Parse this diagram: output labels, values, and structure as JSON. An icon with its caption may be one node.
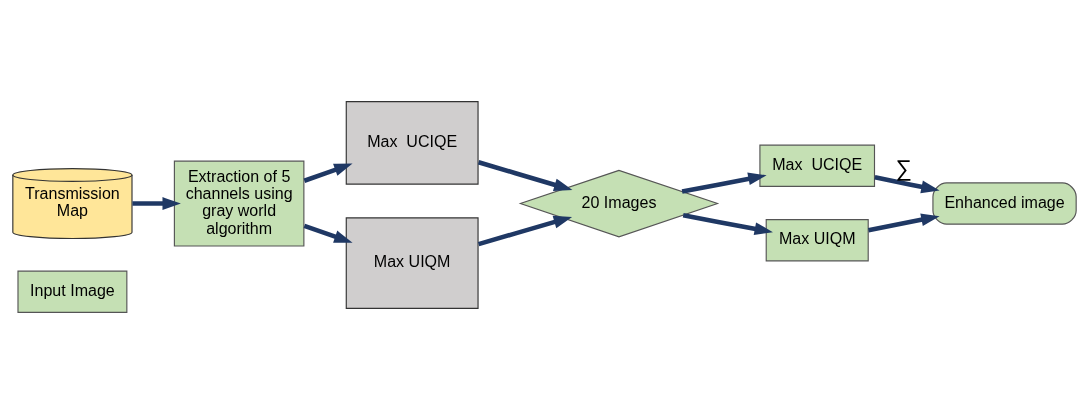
{
  "diagram": {
    "nodes": [
      {
        "text": [
          "Input Image"
        ]
      },
      {
        "text": [
          "Transmission Map"
        ]
      },
      {
        "text": [
          "Extraction of 5 channels using gray world algorithm"
        ]
      },
      {
        "text": [
          "Max  UCIQE"
        ]
      },
      {
        "text": [
          "Max UIQM"
        ]
      },
      {
        "text": [
          "20 Images"
        ]
      },
      {
        "text": [
          "Max  UCIQE"
        ]
      },
      {
        "text": [
          "Max UIQM"
        ]
      },
      {
        "text": [
          "Enhanced image"
        ]
      }
    ],
    "edges": [
      {
        "from": 1,
        "to": 2,
        "arrow": "to"
      },
      {
        "from": 2,
        "to": 3,
        "arrow": "to"
      },
      {
        "from": 2,
        "to": 4,
        "arrow": "to"
      },
      {
        "from": 3,
        "to": 5,
        "arrow": "to"
      },
      {
        "from": 4,
        "to": 5,
        "arrow": "to"
      },
      {
        "from": 5,
        "to": 6,
        "arrow": "to"
      },
      {
        "from": 5,
        "to": 7,
        "arrow": "to"
      },
      {
        "from": 6,
        "to": 8,
        "arrow": "to",
        "label": "∑"
      },
      {
        "from": 7,
        "to": 8,
        "arrow": "to"
      }
    ]
  }
}
